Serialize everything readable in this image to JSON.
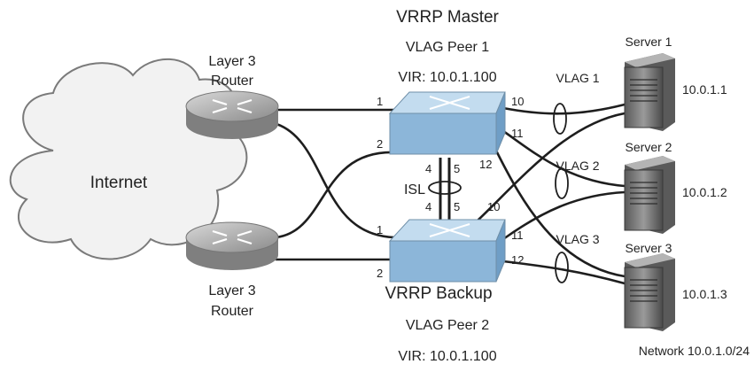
{
  "diagram": {
    "vrrp_master_title": "VRRP Master",
    "vlag_peer1_title": "VLAG Peer 1",
    "vir_top": "VIR: 10.0.1.100",
    "vrrp_backup_title": "VRRP Backup",
    "vlag_peer2_title": "VLAG Peer 2",
    "vir_bottom": "VIR: 10.0.1.100",
    "internet_label": "Internet",
    "router_top": {
      "line1": "Layer 3",
      "line2": "Router"
    },
    "router_bottom": {
      "line1": "Layer 3",
      "line2": "Router"
    },
    "isl_label": "ISL",
    "vlag1": "VLAG 1",
    "vlag2": "VLAG 2",
    "vlag3": "VLAG 3",
    "server1": {
      "name": "Server 1",
      "ip": "10.0.1.1"
    },
    "server2": {
      "name": "Server 2",
      "ip": "10.0.1.2"
    },
    "server3": {
      "name": "Server 3",
      "ip": "10.0.1.3"
    },
    "network_label": "Network 10.0.1.0/24",
    "ports": {
      "top_p1": "1",
      "top_p2": "2",
      "top_p4": "4",
      "top_p5": "5",
      "top_p10": "10",
      "top_p11": "11",
      "top_p12": "12",
      "bot_p1": "1",
      "bot_p2": "2",
      "bot_p4": "4",
      "bot_p5": "5",
      "bot_p10": "10",
      "bot_p11": "11",
      "bot_p12": "12"
    }
  },
  "colors": {
    "switch_top": "#c3dcef",
    "switch_front": "#8cb6d9",
    "router_body": "#9a9a9a",
    "cloud_fill": "#f2f2f2",
    "server_body": "#6e6e6e"
  }
}
